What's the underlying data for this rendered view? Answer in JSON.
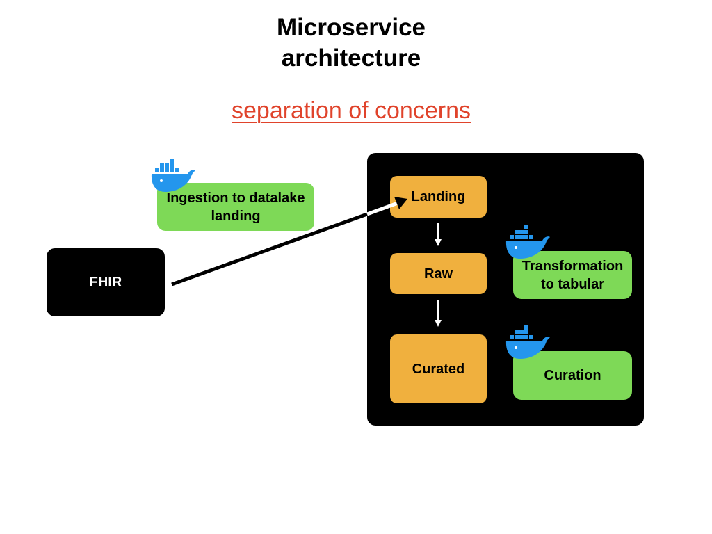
{
  "title_line1": "Microservice",
  "title_line2": "architecture",
  "subtitle": "separation of concerns",
  "nodes": {
    "fhir": "FHIR",
    "ingestion": "Ingestion to datalake landing",
    "landing": "Landing",
    "raw": "Raw",
    "curated": "Curated",
    "transformation": "Transformation to tabular",
    "curation": "Curation"
  },
  "colors": {
    "subtitle": "#e0432b",
    "service_green": "#7ed957",
    "zone_orange": "#f0b03e",
    "docker_blue": "#2496ed"
  },
  "icons": [
    "docker-whale-icon"
  ]
}
